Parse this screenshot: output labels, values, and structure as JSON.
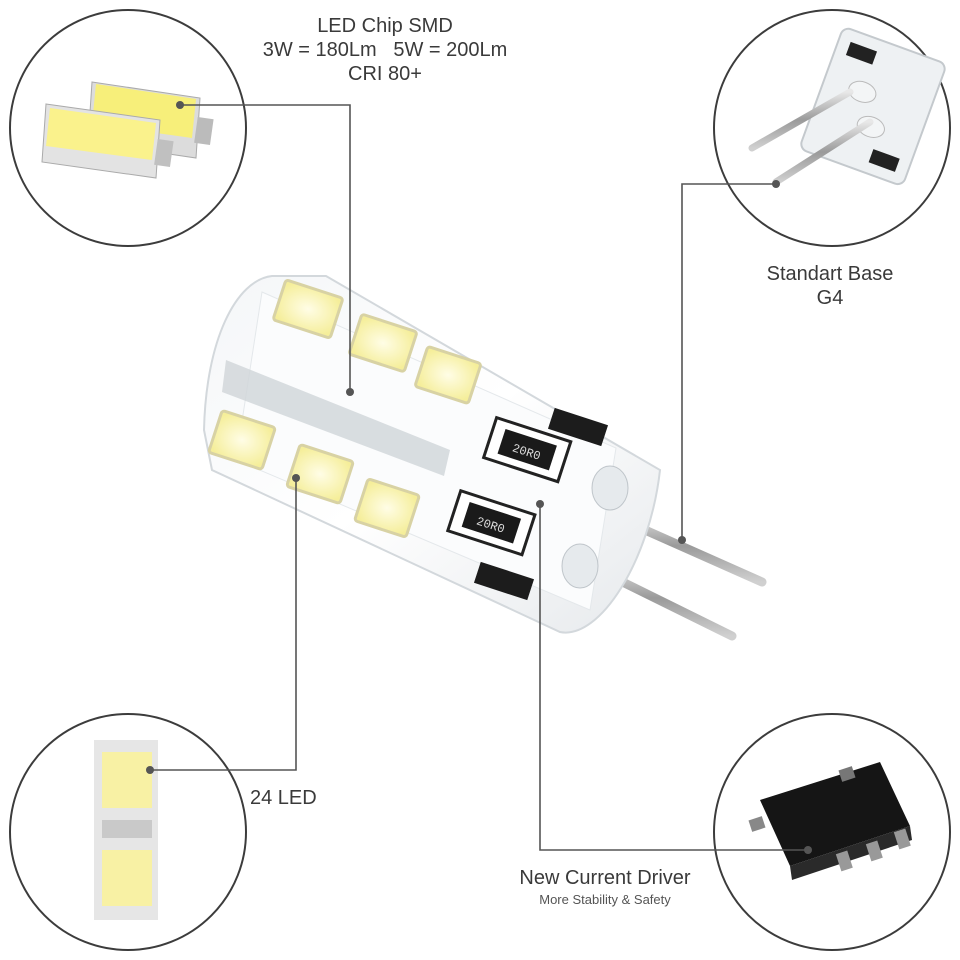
{
  "callouts": {
    "led_chip": {
      "line1": "LED Chip SMD",
      "line2": "3W = 180Lm   5W = 200Lm",
      "line3": "CRI 80+"
    },
    "base": {
      "line1": "Standart Base",
      "line2": "G4"
    },
    "led_count": {
      "text": "24 LED"
    },
    "driver": {
      "title": "New Current Driver",
      "subtitle": "More Stability & Safety"
    }
  },
  "component_markings": {
    "resistor_top": "20R0",
    "resistor_bottom": "20R0"
  },
  "colors": {
    "led_yellow": "#fbf6c4",
    "callout_line": "#555555",
    "circle_stroke": "#3c3c3c",
    "pcb_black": "#1c1c1c"
  }
}
